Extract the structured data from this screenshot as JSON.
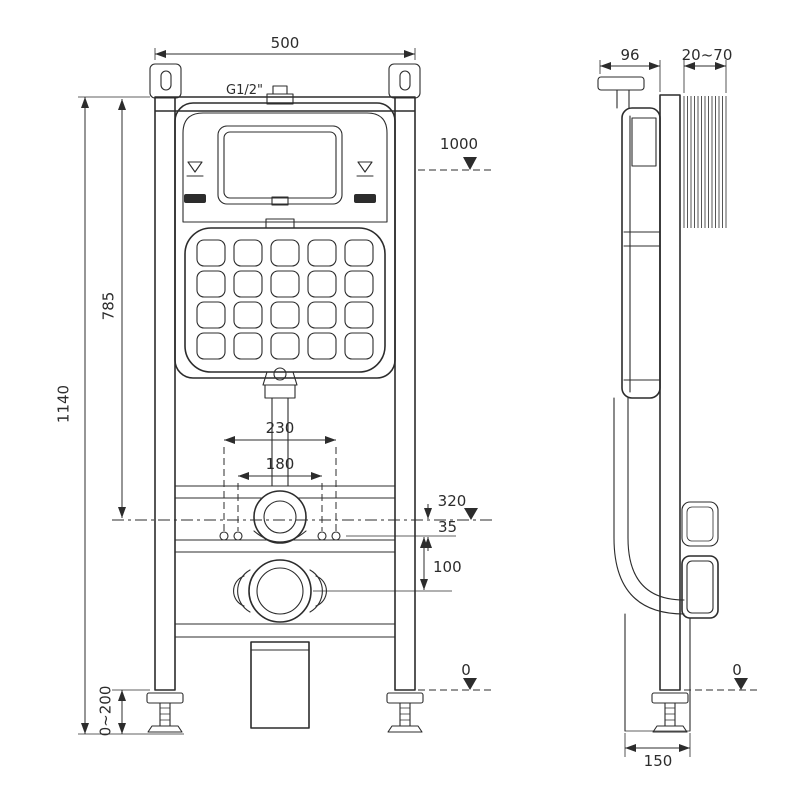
{
  "drawing": {
    "type": "technical-installation-diagram",
    "line_color": "#2c2c2c",
    "background": "#ffffff"
  },
  "front_view": {
    "name": "front view",
    "labels": {
      "width_overall": "500",
      "thread_size": "G1/2\"",
      "level_cistern_top": "1000",
      "height_cistern": "785",
      "height_frame": "1140",
      "span_outer": "230",
      "span_inner": "180",
      "level_outlet": "320",
      "offset_studs": "35",
      "offset_waste": "100",
      "level_floor": "0",
      "foot_adjust_range": "0~200"
    }
  },
  "side_view": {
    "name": "side view",
    "labels": {
      "depth_button": "96",
      "wall_adjust_range": "20~70",
      "depth_base": "150",
      "level_floor": "0"
    }
  }
}
